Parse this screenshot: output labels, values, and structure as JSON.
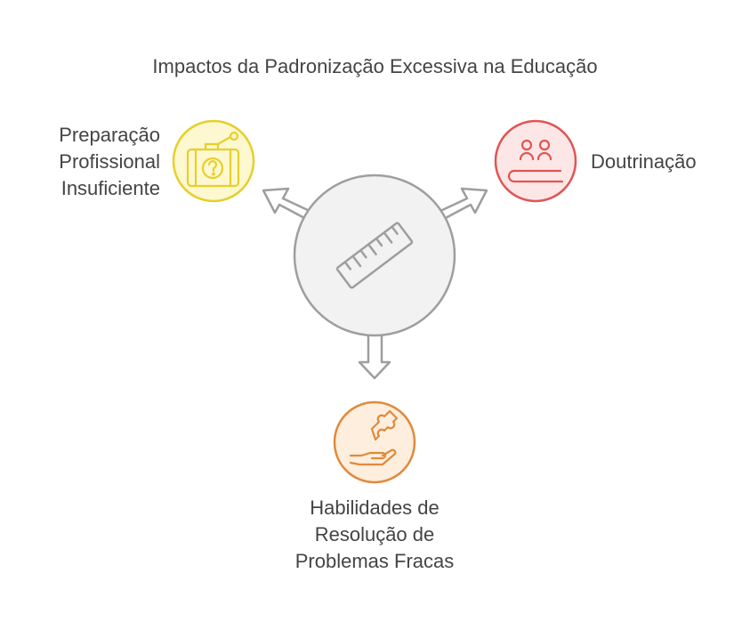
{
  "title": "Impactos da Padronização Excessiva na Educação",
  "center": {
    "icon": "ruler-icon",
    "fill": "#f2f2f2",
    "stroke": "#9e9e9e"
  },
  "nodes": {
    "left": {
      "lines": [
        "Preparação",
        "Profissional",
        "Insuficiente"
      ],
      "icon": "suitcase-question-icon",
      "fill": "#fdf8cf",
      "stroke": "#e6cf2c"
    },
    "right": {
      "lines": [
        "Doutrinação"
      ],
      "icon": "classroom-students-icon",
      "fill": "#fde7e6",
      "stroke": "#e05555"
    },
    "bottom": {
      "lines": [
        "Habilidades de",
        "Resolução de",
        "Problemas Fracas"
      ],
      "icon": "hand-puzzle-icon",
      "fill": "#fdeedd",
      "stroke": "#e08a3c"
    }
  }
}
